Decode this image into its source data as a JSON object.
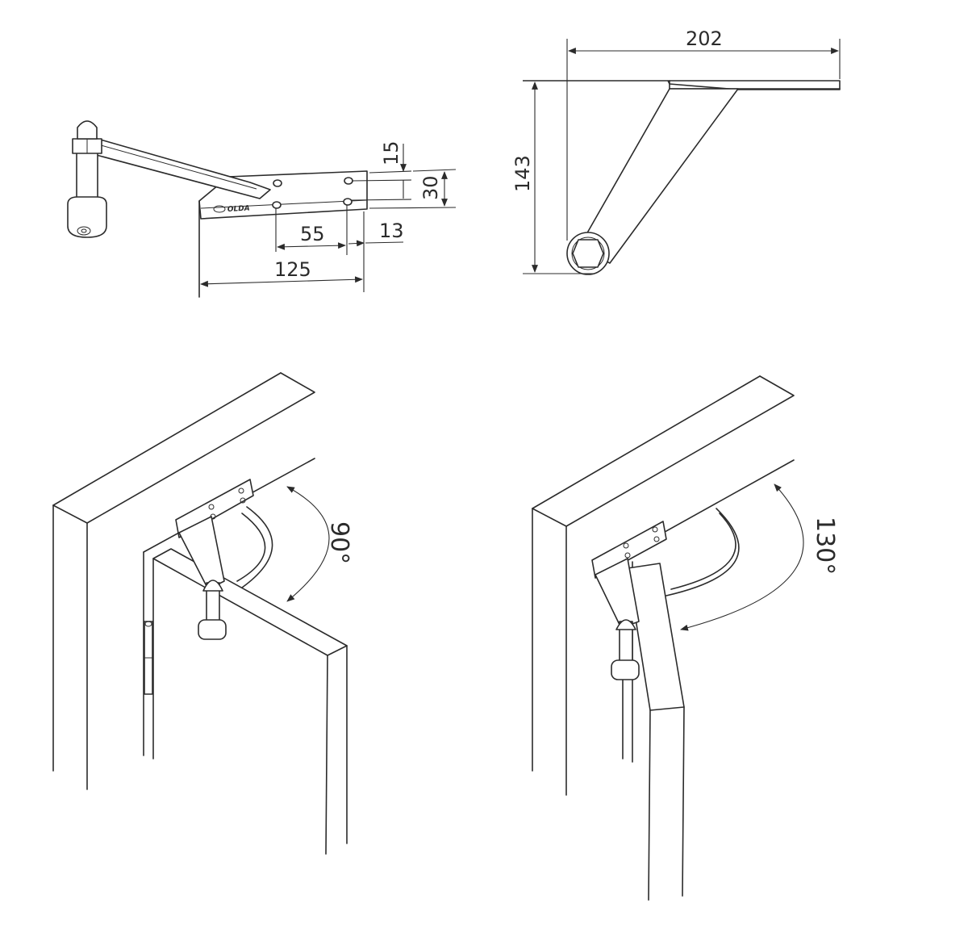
{
  "dimensions": {
    "bracket_width": "125",
    "hole_spacing": "55",
    "edge_offset": "13",
    "hole_top_offset": "15",
    "bracket_height": "30",
    "arm_length": "202",
    "arm_drop": "143"
  },
  "brand": {
    "logo_text": "OLDA"
  },
  "angles": {
    "left": "90°",
    "right": "130°"
  }
}
